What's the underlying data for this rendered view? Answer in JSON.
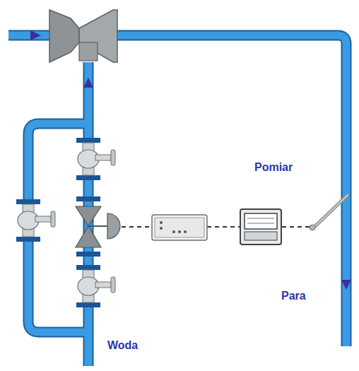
{
  "diagram": {
    "labels": [
      "Pomiar",
      "Para",
      "Woda"
    ]
  }
}
